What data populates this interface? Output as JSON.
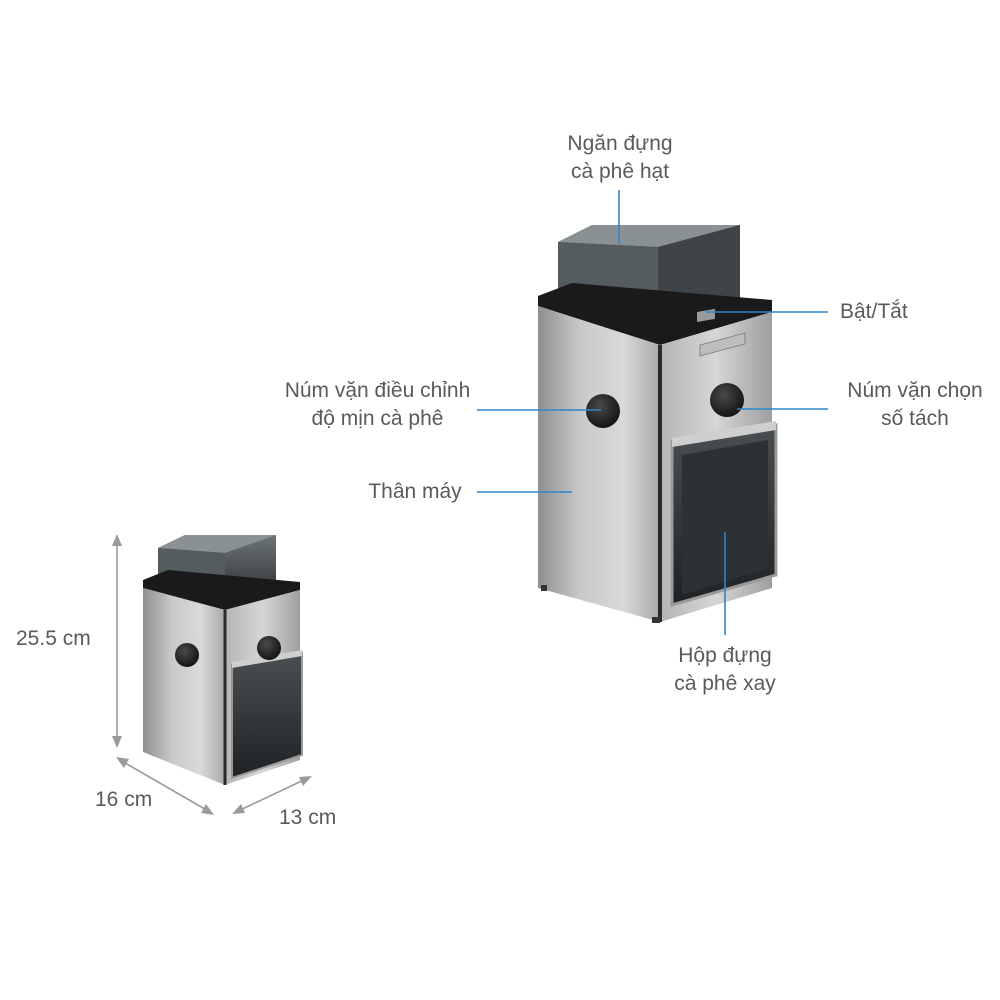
{
  "labels": {
    "bean_container": [
      "Ngăn đựng",
      "cà phê hạt"
    ],
    "power": "Bật/Tắt",
    "grind_knob": [
      "Núm vặn điều chỉnh",
      "độ mịn cà phê"
    ],
    "cup_knob": [
      "Núm vặn chọn",
      "số tách"
    ],
    "body": "Thân máy",
    "ground_container": [
      "Hộp đựng",
      "cà phê xay"
    ]
  },
  "dimensions": {
    "height": "25.5 cm",
    "depth": "16 cm",
    "width": "13 cm"
  },
  "colors": {
    "leader_line": "#2f86c8",
    "dimension_line": "#9a9a9a",
    "text": "#5a5a5a"
  }
}
